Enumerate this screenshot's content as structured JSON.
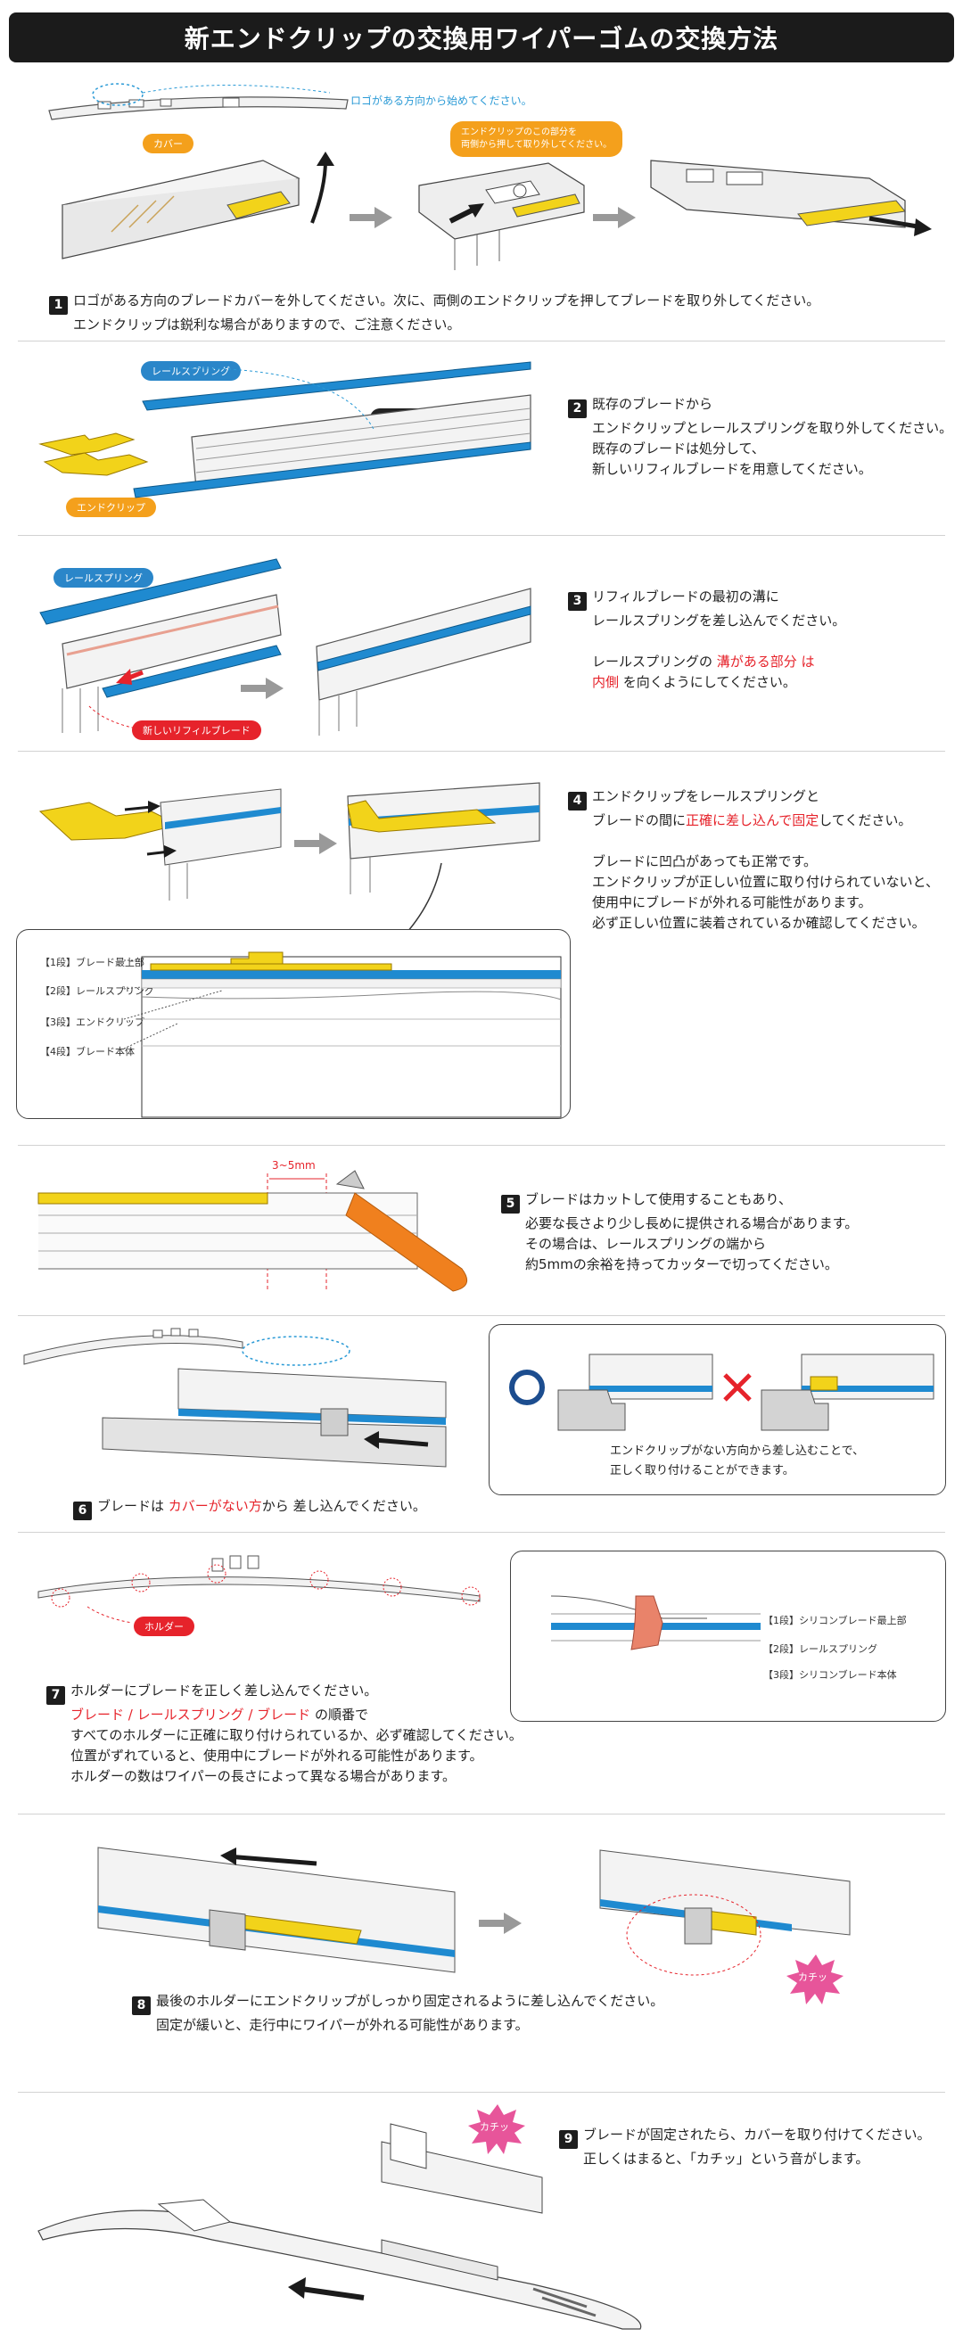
{
  "title": "新エンドクリップの交換用ワイパーゴムの交換方法",
  "colors": {
    "yellow": "#f2d31a",
    "blue": "#1f8ad0",
    "orange": "#f0801e",
    "red": "#e6232b",
    "dark": "#1b1b1b",
    "pink": "#e7559a"
  },
  "step1": {
    "logo_note": "ロゴがある方向から始めてください。",
    "cover_tag": "カバー",
    "callout_line1": "エンドクリップのこの部分を",
    "callout_line2": "両側から押して取り外してください。",
    "num": "1",
    "line1": "ロゴがある方向のブレードカバーを外してください。次に、両側のエンドクリップを押してブレードを取り外してください。",
    "line2": "エンドクリップは鋭利な場合がありますので、ご注意ください。"
  },
  "step2": {
    "rail_tag": "レールスプリング",
    "blade_tag": "既存のブレード",
    "clip_tag": "エンドクリップ",
    "num": "2",
    "line1": "既存のブレードから",
    "line2": "エンドクリップとレールスプリングを取り外してください。",
    "line3": "既存のブレードは処分して、",
    "line4": "新しいリフィルブレードを用意してください。"
  },
  "step3": {
    "rail_tag": "レールスプリング",
    "new_tag": "新しいリフィルブレード",
    "num": "3",
    "line1": "リフィルブレードの最初の溝に",
    "line2": "レールスプリングを差し込んでください。",
    "line3_pre": "レールスプリングの ",
    "line3_red": "溝がある部分 は",
    "line4_red": "内側",
    "line4_post": " を向くようにしてください。"
  },
  "step4": {
    "num": "4",
    "line1": "エンドクリップをレールスプリングと",
    "line2_pre": "ブレードの間に",
    "line2_red": "正確に差し込んで固定",
    "line2_post": "してください。",
    "line3": "ブレードに凹凸があっても正常です。",
    "line4": "エンドクリップが正しい位置に取り付けられていないと、",
    "line5": "使用中にブレードが外れる可能性があります。",
    "line6": "必ず正しい位置に装着されているか確認してください。",
    "layers": [
      "【1段】ブレード最上部",
      "【2段】レールスプリング",
      "【3段】エンドクリップ",
      "【4段】ブレード本体"
    ]
  },
  "step5": {
    "measure": "3~5mm",
    "num": "5",
    "line1": "ブレードはカットして使用することもあり、",
    "line2": "必要な長さより少し長めに提供される場合があります。",
    "line3": "その場合は、レールスプリングの端から",
    "line4": "約5mmの余裕を持ってカッターで切ってください。"
  },
  "step6": {
    "panel_line1": "エンドクリップがない方向から差し込むことで、",
    "panel_line2": "正しく取り付けることができます。",
    "num": "6",
    "text_pre": "ブレードは ",
    "text_red": "カバーがない方",
    "text_post": "から 差し込んでください。"
  },
  "step7": {
    "holder_tag": "ホルダー",
    "layers": [
      "【1段】シリコンブレード最上部",
      "【2段】レールスプリング",
      "【3段】シリコンブレード本体"
    ],
    "num": "7",
    "line1": "ホルダーにブレードを正しく差し込んでください。",
    "line2_red": "ブレード / レールスプリング / ブレード",
    "line2_post": " の順番で",
    "line3": "すべてのホルダーに正確に取り付けられているか、必ず確認してください。",
    "line4": "位置がずれていると、使用中にブレードが外れる可能性があります。",
    "line5": "ホルダーの数はワイパーの長さによって異なる場合があります。"
  },
  "step8": {
    "click_text": "カチッ",
    "num": "8",
    "line1": "最後のホルダーにエンドクリップがしっかり固定されるように差し込んでください。",
    "line2": "固定が緩いと、走行中にワイパーが外れる可能性があります。"
  },
  "step9": {
    "click_text": "カチッ",
    "num": "9",
    "line1": "ブレードが固定されたら、カバーを取り付けてください。",
    "line2": "正しくはまると、「カチッ」という音がします。"
  }
}
